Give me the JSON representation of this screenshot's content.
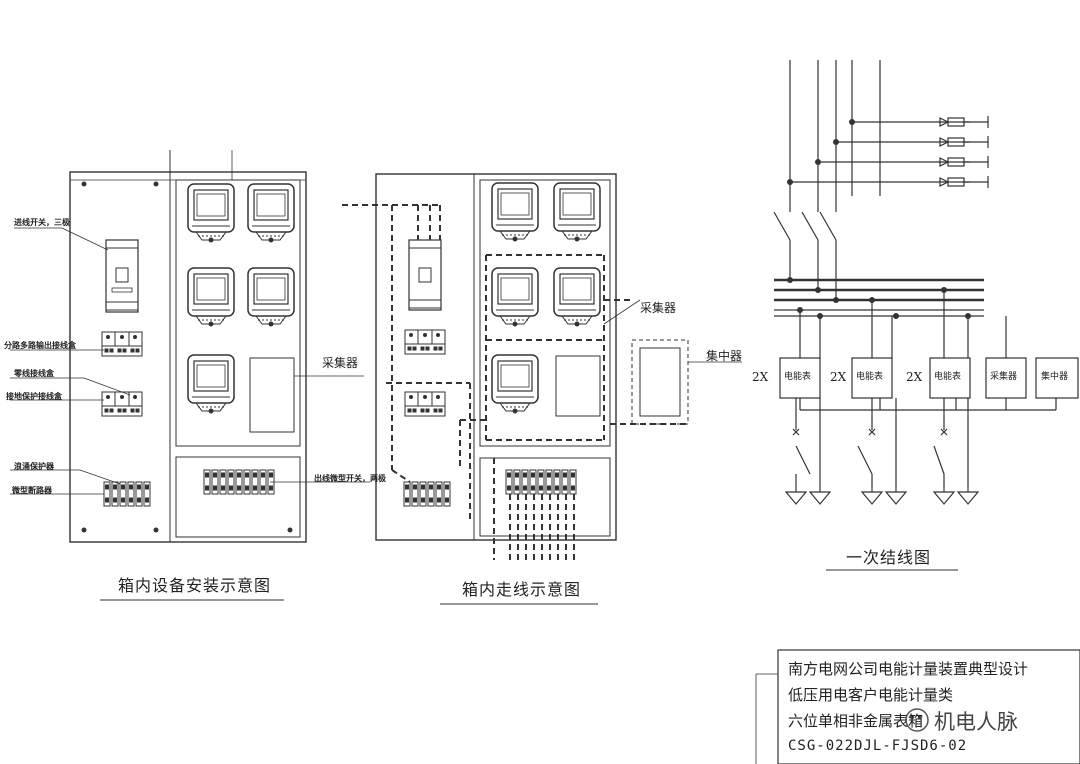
{
  "left_panel": {
    "title": "箱内设备安装示意图",
    "labels": {
      "incoming_switch": "进线开关，三极",
      "multi_output_box": "分路多路输出接线盒",
      "neutral_box": "零线接线盒",
      "ground_box": "接地保护接线盒",
      "surge_protector": "浪涌保护器",
      "breaker": "微型断路器",
      "collector": "采集器",
      "outgoing_switch": "出线微型开关，两极"
    }
  },
  "middle_panel": {
    "title": "箱内走线示意图",
    "labels": {
      "collector": "采集器",
      "concentrator": "集中器"
    }
  },
  "right_panel": {
    "title": "一次结线图",
    "meter_groups": [
      {
        "multiplier": "2X",
        "label": "电能表"
      },
      {
        "multiplier": "2X",
        "label": "电能表"
      },
      {
        "multiplier": "2X",
        "label": "电能表"
      }
    ],
    "collector": "采集器",
    "concentrator": "集中器"
  },
  "title_block": {
    "line1": "南方电网公司电能计量装置典型设计",
    "line2": "低压用电客户电能计量类",
    "line3": "六位单相非金属表箱",
    "code": "CSG-022DJL-FJSD6-02"
  },
  "watermark": "机电人脉",
  "colors": {
    "line": "#333333",
    "paper": "#ffffff"
  }
}
